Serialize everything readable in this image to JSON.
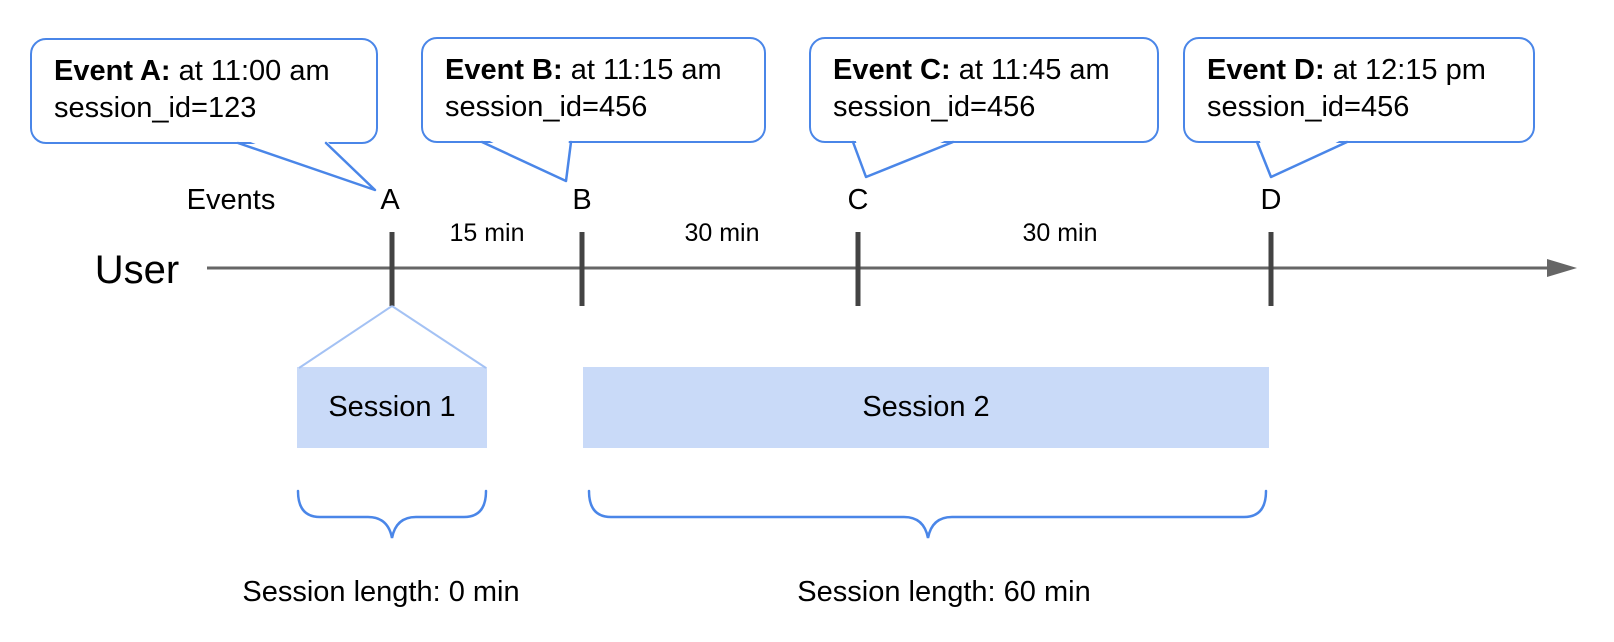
{
  "colors": {
    "accent_blue": "#4a86e8",
    "funnel_blue": "#a4c2f4",
    "session_fill": "#c9daf8",
    "timeline_gray": "#666666",
    "tick_gray": "#434343"
  },
  "callouts": [
    {
      "bold": "Event A:",
      "rest": " at 11:00 am",
      "line2": "session_id=123"
    },
    {
      "bold": "Event B:",
      "rest": " at 11:15 am",
      "line2": "session_id=456"
    },
    {
      "bold": "Event C:",
      "rest": " at 11:45 am",
      "line2": "session_id=456"
    },
    {
      "bold": "Event D:",
      "rest": " at 12:15 pm",
      "line2": "session_id=456"
    }
  ],
  "timeline": {
    "user_label": "User",
    "events_label": "Events",
    "marks": [
      "A",
      "B",
      "C",
      "D"
    ],
    "intervals": [
      "15 min",
      "30 min",
      "30 min"
    ]
  },
  "sessions": [
    {
      "label": "Session 1",
      "length_label": "Session length: 0 min"
    },
    {
      "label": "Session 2",
      "length_label": "Session length: 60 min"
    }
  ]
}
